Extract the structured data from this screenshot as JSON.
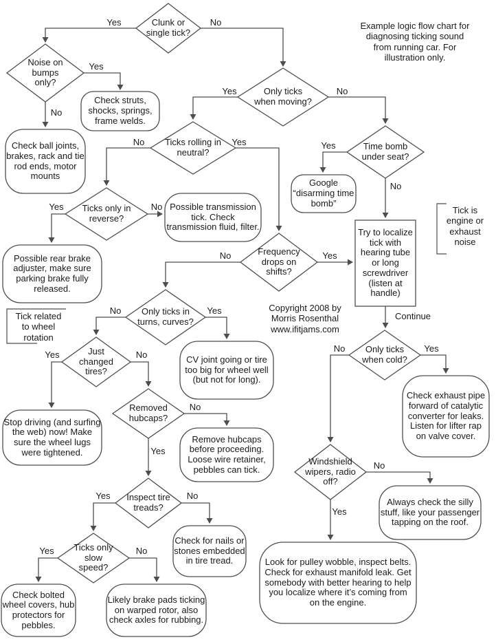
{
  "annotations": {
    "example": "Example logic flow chart for diagnosing ticking sound from running car. For illustration only.",
    "copyright": "Copyright 2008 by Morris Rosenthal www.ifitjams.com",
    "engine_note": "Tick is engine or exhaust noise",
    "wheel_note": "Tick related to wheel rotation"
  },
  "edge_labels": {
    "yes": "Yes",
    "no": "No",
    "continue": "Continue"
  },
  "decisions": {
    "clunk": "Clunk or single tick?",
    "noise_bumps": "Noise on bumps only?",
    "only_moving": "Only ticks when moving?",
    "rolling_neutral": "Ticks rolling in neutral?",
    "time_bomb": "Time bomb under seat?",
    "reverse": "Ticks only in reverse?",
    "freq_shifts": "Frequency drops on shifts?",
    "turns": "Only ticks in turns, curves?",
    "changed_tires": "Just changed tires?",
    "removed_hubcaps": "Removed hubcaps?",
    "inspect_treads": "Inspect tire treads?",
    "slow_speed": "Ticks only slow speed?",
    "only_cold": "Only ticks when cold?",
    "wipers": "Windshield wipers, radio off?"
  },
  "actions": {
    "struts": "Check struts, shocks, springs, frame welds.",
    "ball_joints": "Check ball joints, brakes, rack and tie rod ends, motor mounts",
    "transmission": "Possible transmission tick. Check transmission fluid, filter.",
    "rear_brake": "Possible rear brake adjuster, make sure parking brake fully released.",
    "google": "Google “disarming time bomb”",
    "localize": "Try to localize tick with hearing tube or long screwdriver (listen at handle)",
    "cv_joint": "CV joint going or tire too big for wheel well (but not for long).",
    "stop_driving": "Stop driving (and surfing the web) now! Make sure the wheel lugs were tightened.",
    "remove_hubcaps": "Remove hubcaps before proceeding. Loose wire retainer, pebbles can tick.",
    "nails": "Check for nails or stones embedded in tire tread.",
    "bolted_covers": "Check bolted wheel covers, hub protectors for pebbles.",
    "brake_pads": "Likely brake pads ticking on warped rotor, also check axles for rubbing.",
    "exhaust_pipe": "Check exhaust pipe forward of catalytic converter for leaks. Listen for lifter rap on valve cover.",
    "silly_stuff": "Always check the silly stuff, like your passenger tapping on the roof.",
    "pulley": "Look for pulley wobble, inspect belts. Check for exhaust manifold leak. Get somebody with better hearing to help you localize where it’s coming from on the engine."
  },
  "colors": {
    "line": "#4d4d4d",
    "text": "#1a1a1a",
    "background": "#ffffff"
  }
}
